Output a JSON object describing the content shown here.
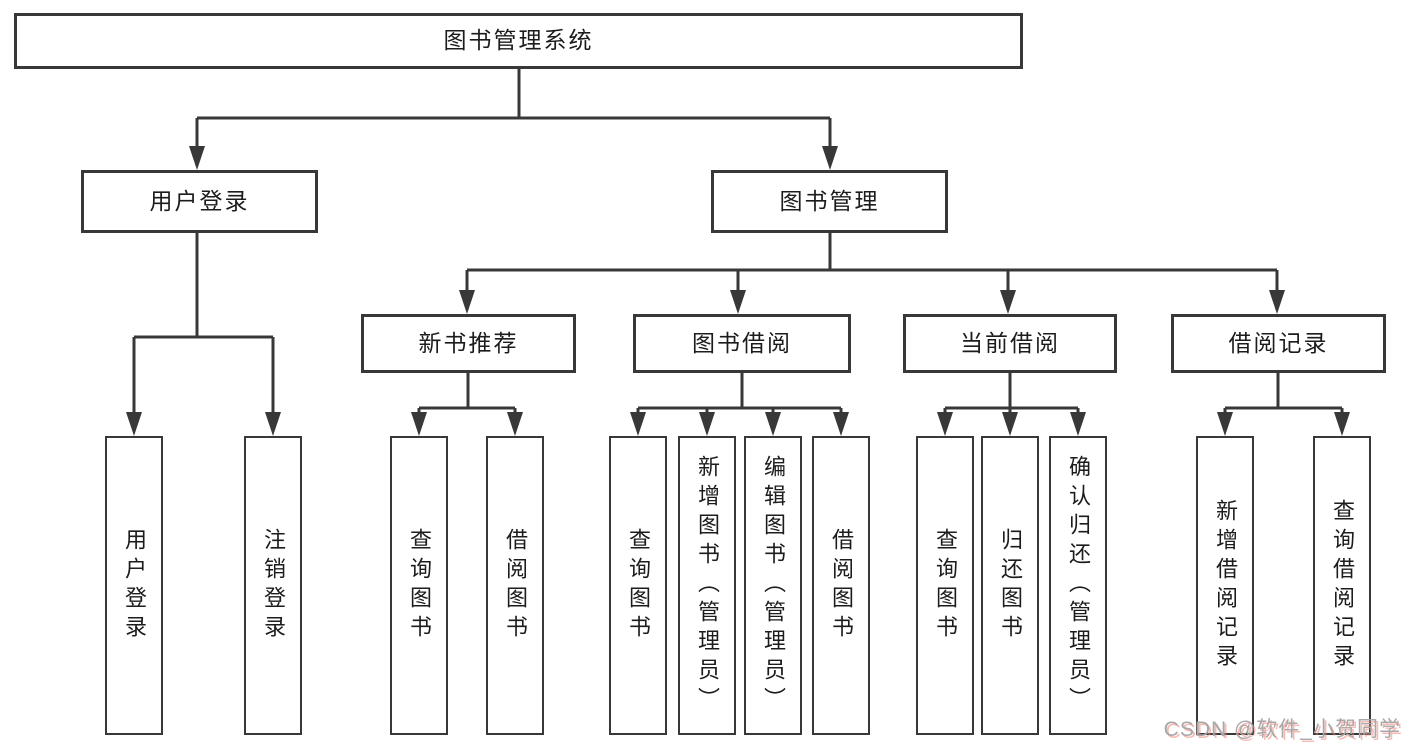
{
  "tree": {
    "label": "图书管理系统",
    "children": [
      {
        "label": "用户登录",
        "children": [
          {
            "label": "用户登录"
          },
          {
            "label": "注销登录"
          }
        ]
      },
      {
        "label": "图书管理",
        "children": [
          {
            "label": "新书推荐",
            "children": [
              {
                "label": "查询图书"
              },
              {
                "label": "借阅图书"
              }
            ]
          },
          {
            "label": "图书借阅",
            "children": [
              {
                "label": "查询图书"
              },
              {
                "label": "新增图书（管理员）"
              },
              {
                "label": "编辑图书（管理员）"
              },
              {
                "label": "借阅图书"
              }
            ]
          },
          {
            "label": "当前借阅",
            "children": [
              {
                "label": "查询图书"
              },
              {
                "label": "归还图书"
              },
              {
                "label": "确认归还（管理员）"
              }
            ]
          },
          {
            "label": "借阅记录",
            "children": [
              {
                "label": "新增借阅记录"
              },
              {
                "label": "查询借阅记录"
              }
            ]
          }
        ]
      }
    ]
  },
  "watermark": {
    "text": "CSDN @软件_小贺同学"
  },
  "colors": {
    "line": "#383838",
    "box_border": "#383838",
    "text": "#1c1c1c",
    "background": "#ffffff",
    "watermark_gray": "#a8a8a8",
    "watermark_red_shadow": "#f08278"
  }
}
